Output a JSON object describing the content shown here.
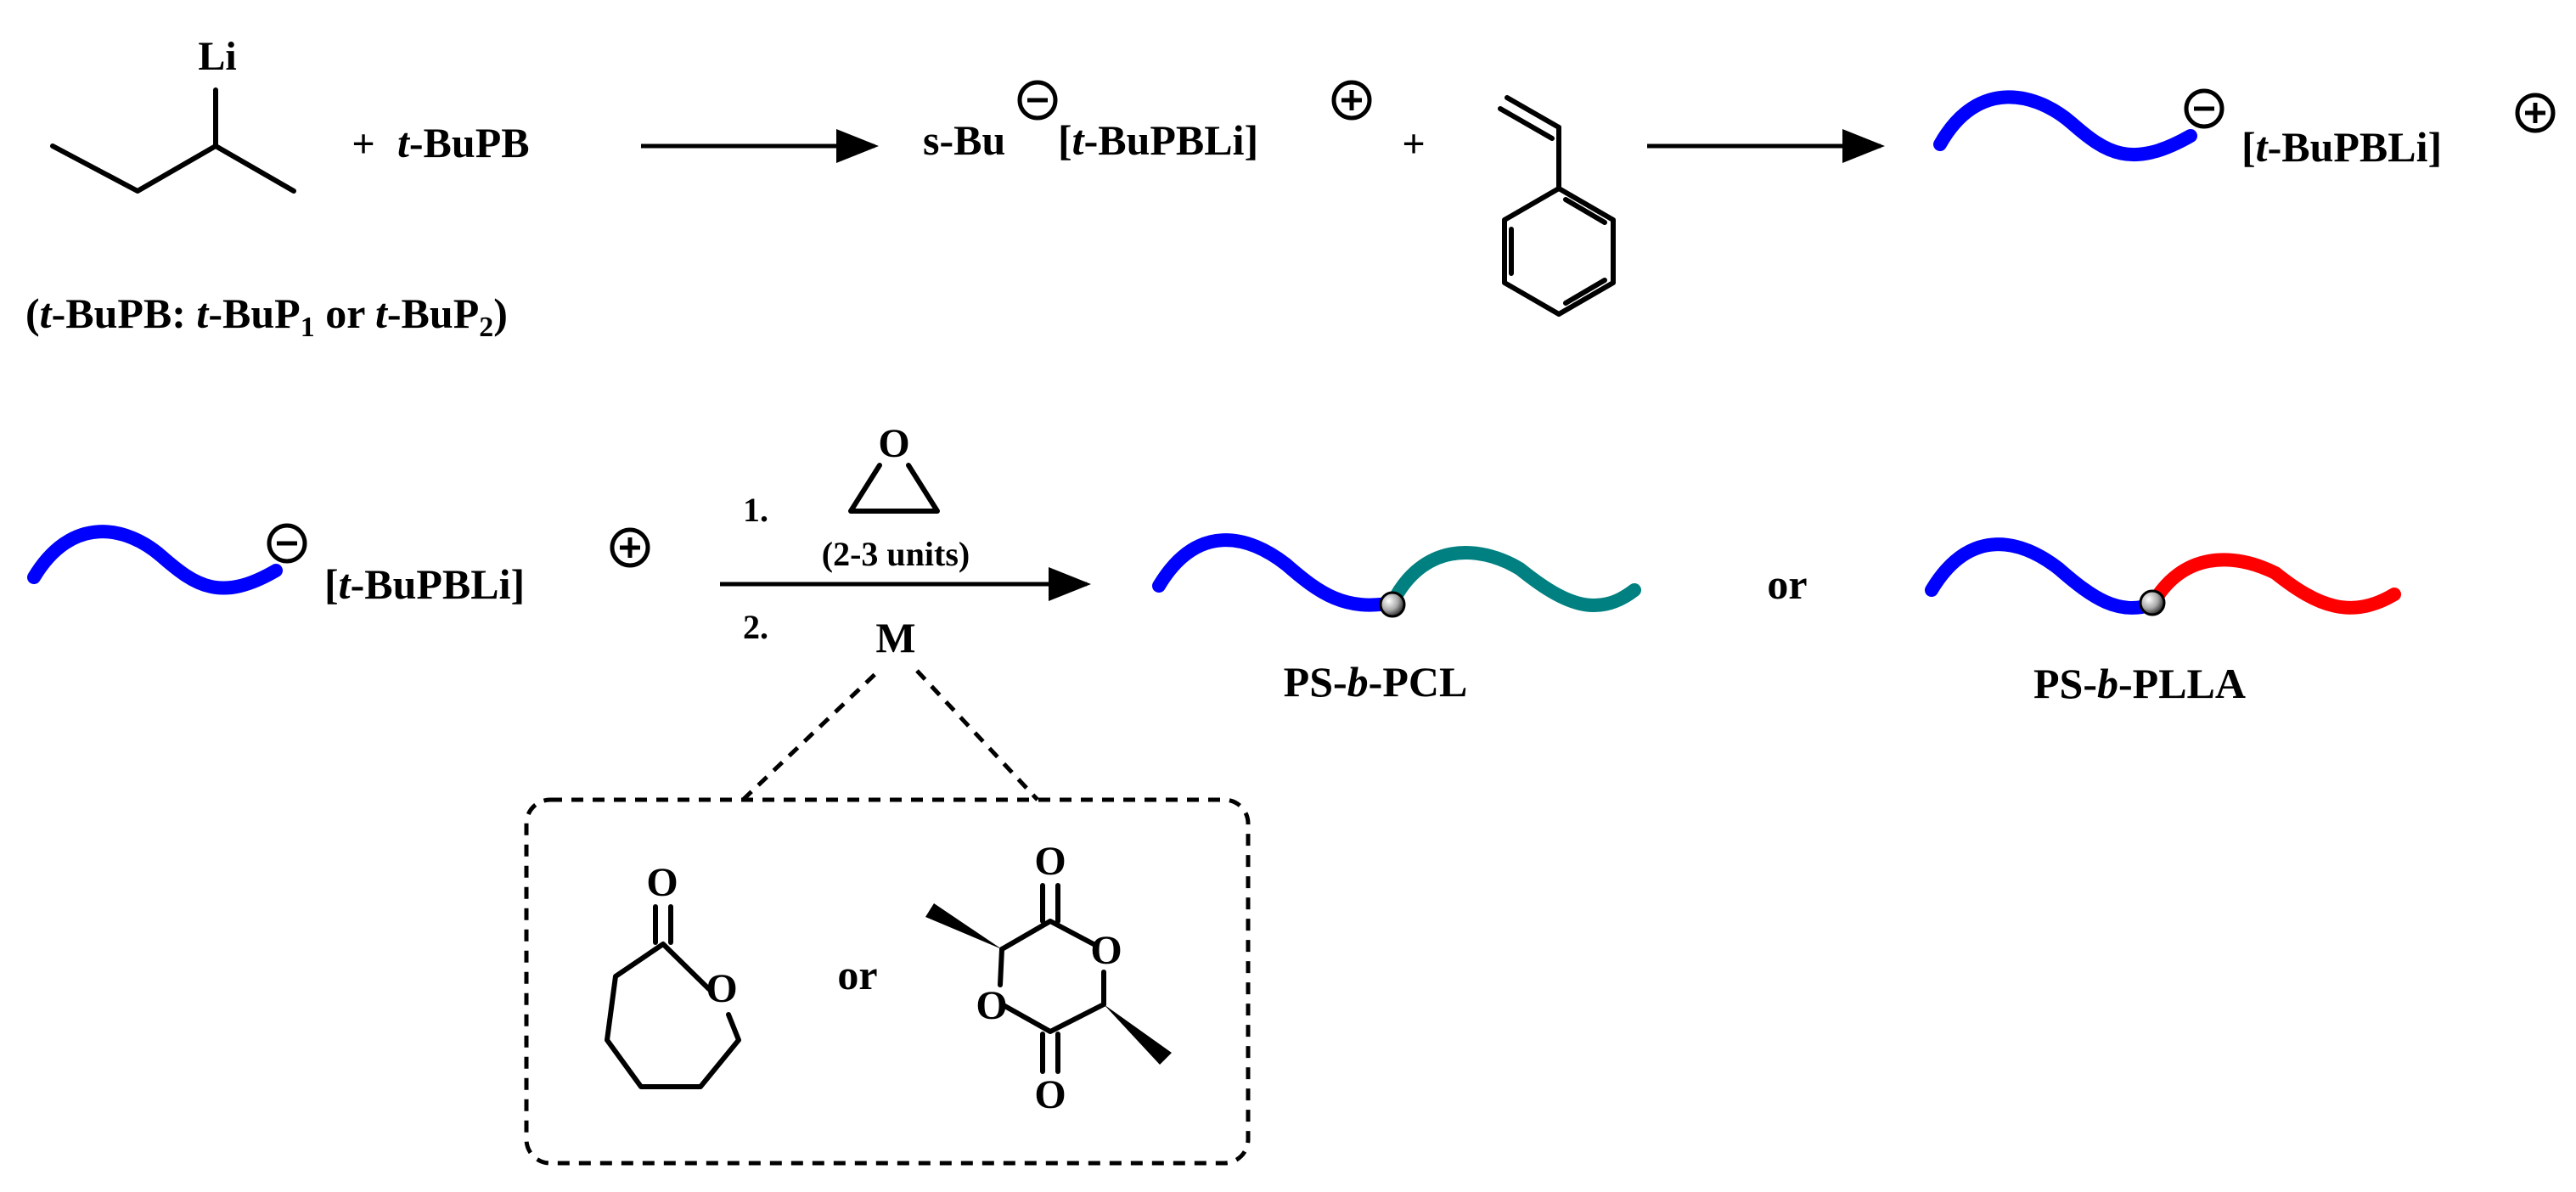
{
  "colors": {
    "ps_block": "#0000ff",
    "pcl_block": "#008080",
    "plla_block": "#ff0000"
  },
  "row1": {
    "initiator_atom": "Li",
    "plus_1": "+",
    "base": "t-BuPB",
    "intermediate_prefix": "s-Bu",
    "intermediate_complex": "[t-BuPBLi]",
    "plus_2": "+",
    "product_complex": "[t-BuPBLi]"
  },
  "note": "(t-BuPB: t-BuP1 or t-BuP2)",
  "row2": {
    "reactant_complex": "[t-BuPBLi]",
    "step1_label": "1.",
    "epoxide_atom": "O",
    "epoxide_units": "(2-3 units)",
    "step2_label": "2.",
    "monomer_symbol": "M",
    "product1_label": "PS-b-PCL",
    "or_1": "or",
    "product2_label": "PS-b-PLLA"
  },
  "monomer_box": {
    "cl_carbonyl_o": "O",
    "cl_ring_o": "O",
    "or_label": "or",
    "lla_carbonyl_o_top": "O",
    "lla_ring_o_1": "O",
    "lla_ring_o_2": "O",
    "lla_carbonyl_o_bottom": "O"
  }
}
